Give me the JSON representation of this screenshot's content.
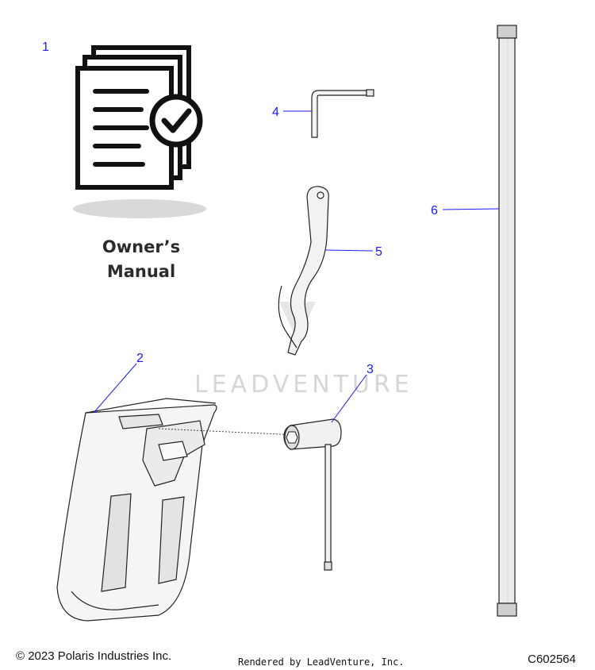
{
  "manual": {
    "title_line1": "Owner’s",
    "title_line2": "Manual"
  },
  "callouts": [
    {
      "id": "1",
      "label": "1"
    },
    {
      "id": "2",
      "label": "2"
    },
    {
      "id": "3",
      "label": "3"
    },
    {
      "id": "4",
      "label": "4"
    },
    {
      "id": "5",
      "label": "5"
    },
    {
      "id": "6",
      "label": "6"
    }
  ],
  "watermark": "LEADVENTURE",
  "footer": {
    "copyright": "© 2023 Polaris Industries Inc.",
    "rendered_by": "Rendered by LeadVenture, Inc.",
    "diagram_code": "C602564"
  },
  "colors": {
    "callout": "#1a1aff",
    "line": "#222222",
    "watermark": "#d6d6d6"
  }
}
